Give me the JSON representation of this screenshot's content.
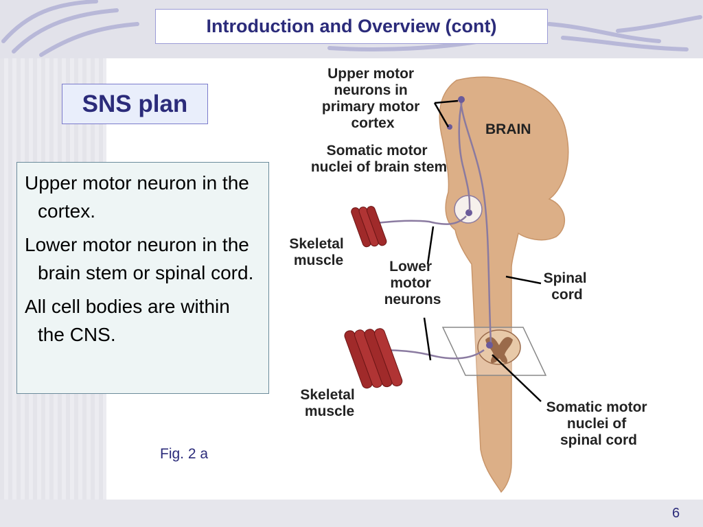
{
  "slide": {
    "title": "Introduction and Overview (cont)",
    "subtitle": "SNS plan",
    "paragraphs": [
      "Upper motor neuron in the cortex.",
      "Lower motor neuron in the brain stem or spinal cord.",
      "All cell bodies are within the CNS."
    ],
    "figure_caption": "Fig. 2 a",
    "page_number": "6"
  },
  "diagram": {
    "labels": {
      "upper_motor": [
        "Upper motor",
        "neurons in",
        "primary motor",
        "cortex"
      ],
      "brain": "BRAIN",
      "somatic_brain_stem": [
        "Somatic motor",
        "nuclei of brain stem"
      ],
      "skeletal_muscle_top": [
        "Skeletal",
        "muscle"
      ],
      "lower_motor": [
        "Lower",
        "motor",
        "neurons"
      ],
      "spinal_cord": [
        "Spinal",
        "cord"
      ],
      "skeletal_muscle_bottom": [
        "Skeletal",
        "muscle"
      ],
      "somatic_spinal": [
        "Somatic motor",
        "nuclei of",
        "spinal cord"
      ]
    }
  },
  "colors": {
    "title_text": "#2b2b7a",
    "brain_tissue": "#dcaf87",
    "muscle": "#a02a2a",
    "box_border": "#7a7acb"
  }
}
